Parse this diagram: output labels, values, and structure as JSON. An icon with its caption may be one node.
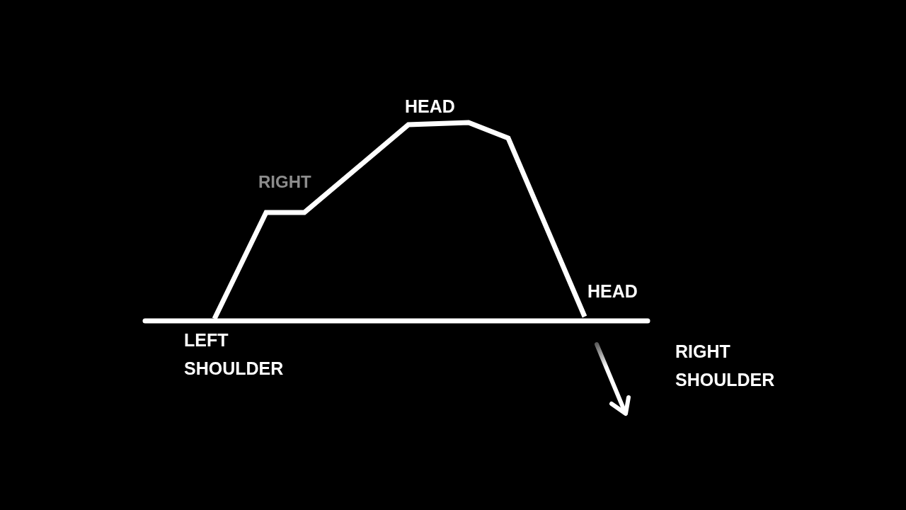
{
  "diagram": {
    "labels": [
      "HEAD",
      "RIGHT",
      "HEAD",
      "LEFT SHOULDER",
      "RIGHT SHOULDER"
    ]
  }
}
